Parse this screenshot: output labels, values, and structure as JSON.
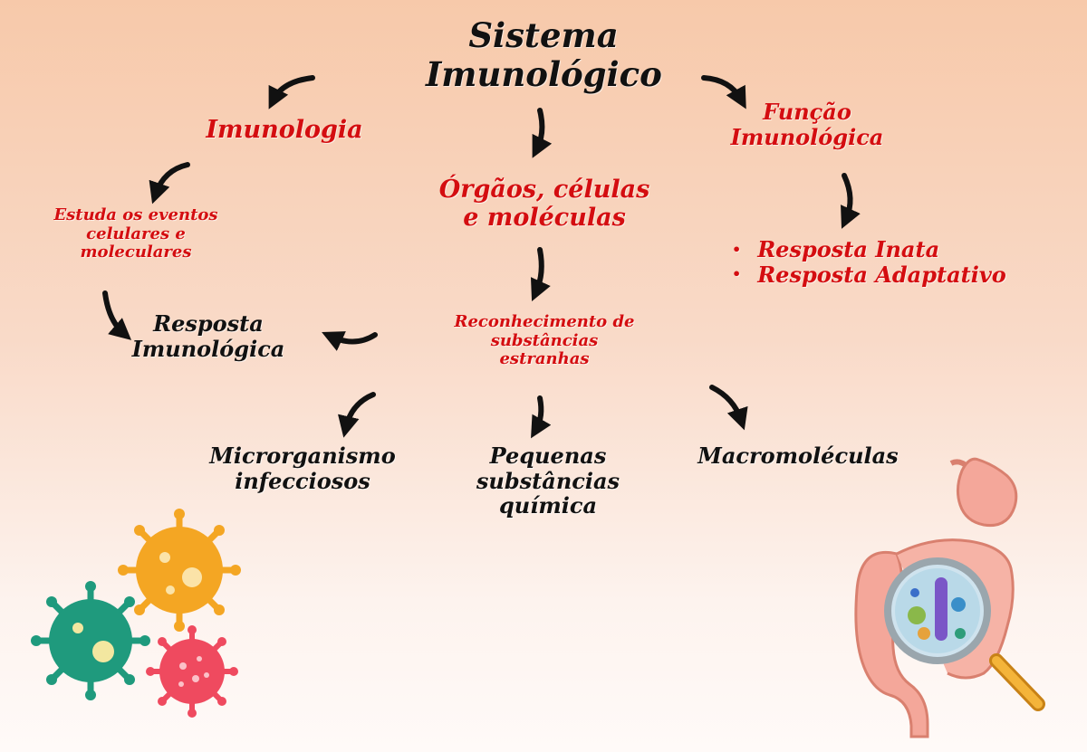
{
  "title": {
    "line1": "Sistema",
    "line2": "Imunológico"
  },
  "left": {
    "heading": "Imunologia",
    "study": {
      "line1": "Estuda os eventos",
      "line2": "celulares e",
      "line3": "moleculares"
    },
    "response": {
      "line1": "Resposta",
      "line2": "Imunológica"
    }
  },
  "center": {
    "organs": {
      "line1": "Órgãos, células",
      "line2": "e moléculas"
    },
    "recognition": {
      "line1": "Reconhecimento de",
      "line2": "substâncias",
      "line3": "estranhas"
    }
  },
  "right": {
    "heading": {
      "line1": "Função",
      "line2": "Imunológica"
    },
    "responses": [
      "Resposta Inata",
      "Resposta Adaptativo"
    ]
  },
  "bottom": {
    "microorganisms": {
      "line1": "Microrganismo",
      "line2": "infecciosos"
    },
    "small_substances": {
      "line1": "Pequenas",
      "line2": "substâncias",
      "line3": "química"
    },
    "macromolecules": "Macromoléculas"
  },
  "colors": {
    "text": "#111111",
    "accent": "#d40d10"
  },
  "illustrations": [
    "virus-icons",
    "digestive-system-magnifier"
  ]
}
